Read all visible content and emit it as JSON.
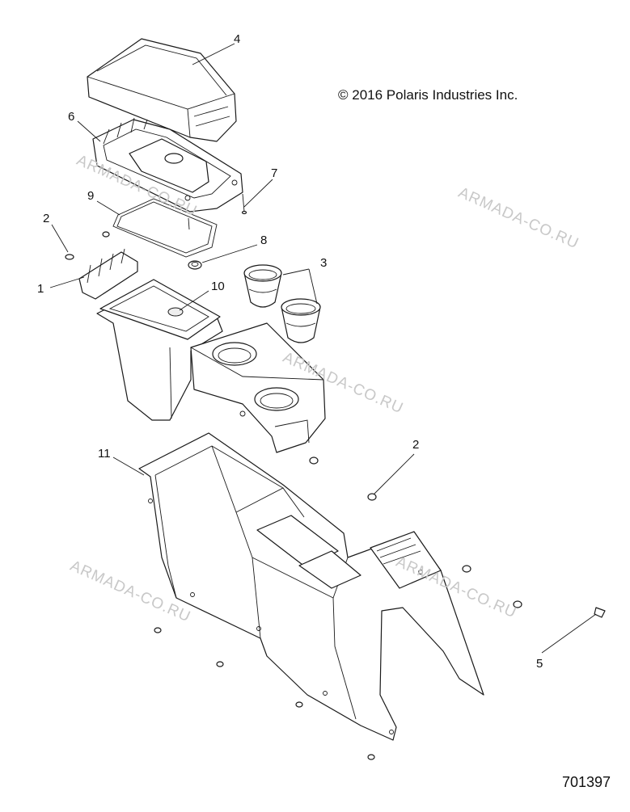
{
  "copyright": "© 2016 Polaris Industries Inc.",
  "figure_number": "701397",
  "watermark": "ARMADA-CO.RU",
  "callouts": {
    "c4": "4",
    "c6": "6",
    "c7": "7",
    "c9": "9",
    "c2a": "2",
    "c8": "8",
    "c3": "3",
    "c1": "1",
    "c10": "10",
    "c11": "11",
    "c2b": "2",
    "c5": "5"
  }
}
